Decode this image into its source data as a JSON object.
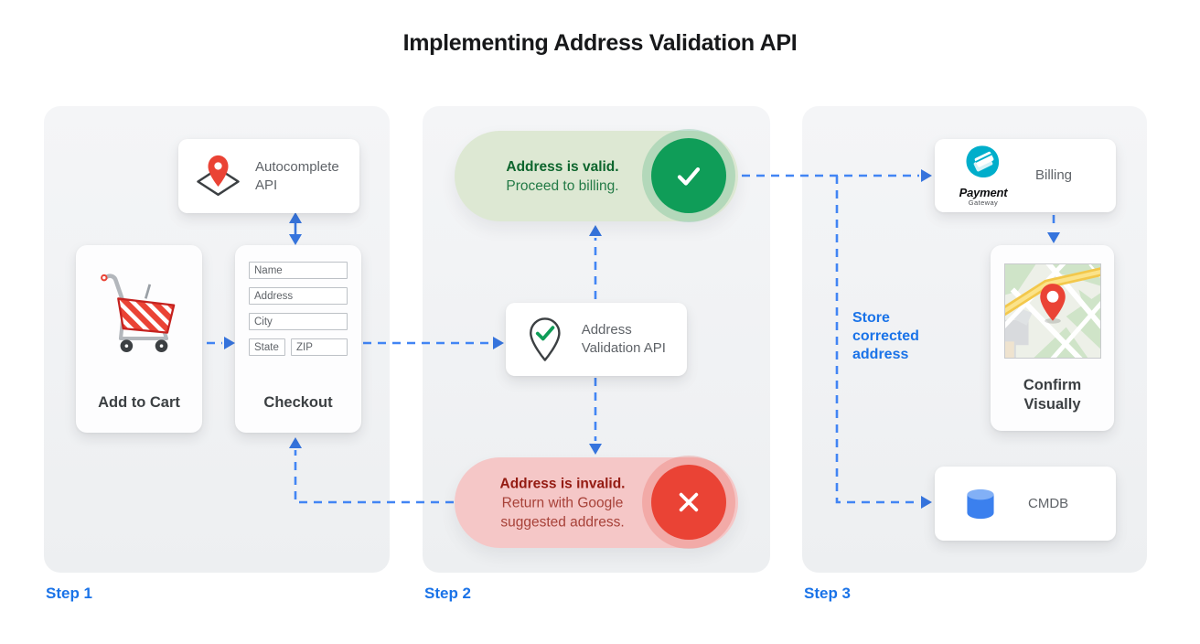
{
  "title": "Implementing Address Validation API",
  "colors": {
    "arrow_blue": "#4285F4",
    "label_blue": "#1A73E8",
    "valid_green": "#0F9D58",
    "valid_pill_bg": "#DDE8D3",
    "invalid_red": "#EA4335",
    "invalid_pill_bg": "#F5C7C7",
    "panel_gray": "#F1F3F4",
    "text_gray": "#5F6368",
    "text_dark": "#3C4043"
  },
  "step1": {
    "label": "Step 1",
    "autocomplete_card": {
      "title": "Autocomplete API",
      "icon": "map-pin-diamond-icon"
    },
    "add_to_cart_card": {
      "title": "Add to Cart",
      "icon": "shopping-cart-icon"
    },
    "checkout_card": {
      "title": "Checkout",
      "fields": [
        "Name",
        "Address",
        "City",
        "State",
        "ZIP"
      ]
    }
  },
  "step2": {
    "label": "Step 2",
    "valid_pill": {
      "title": "Address is valid.",
      "subtitle": "Proceed to billing.",
      "icon": "check-circle-icon"
    },
    "validation_card": {
      "title": "Address Validation API",
      "icon": "map-pin-check-icon"
    },
    "invalid_pill": {
      "title": "Address is invalid.",
      "subtitle": "Return with Google suggested address.",
      "icon": "x-circle-icon"
    }
  },
  "step3": {
    "label": "Step 3",
    "billing_card": {
      "title": "Billing",
      "logo_title": "Payment",
      "logo_subtitle": "Gateway",
      "icon": "payment-gateway-logo"
    },
    "confirm_card": {
      "title": "Confirm Visually",
      "icon": "map-thumbnail"
    },
    "cmdb_card": {
      "title": "CMDB",
      "icon": "database-cylinder-icon"
    },
    "store_note": "Store corrected address"
  }
}
